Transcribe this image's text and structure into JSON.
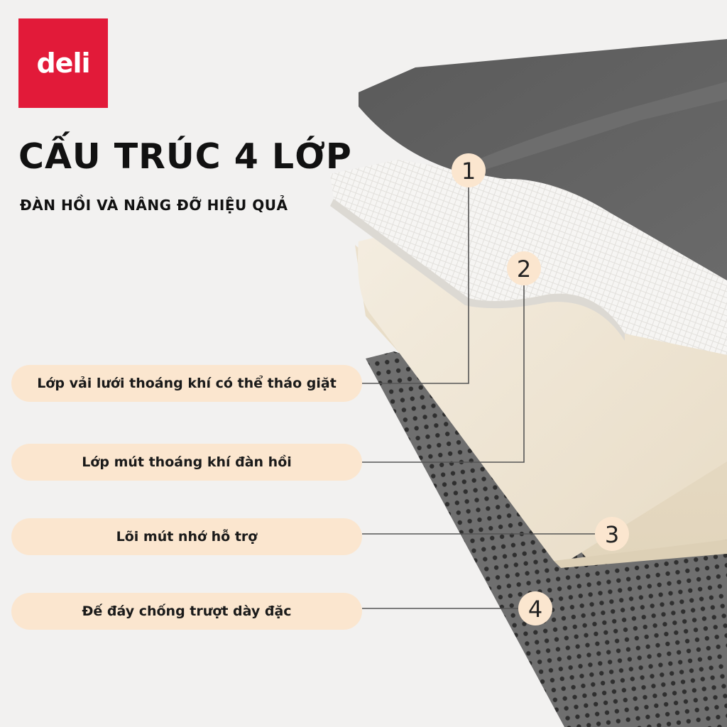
{
  "brand": {
    "logo_text": "deli",
    "color": "#e21a39"
  },
  "heading": {
    "title": "CẤU TRÚC 4 LỚP",
    "subtitle": "ĐÀN HỒI VÀ NÂNG ĐỠ HIỆU QUẢ"
  },
  "layers": [
    {
      "number": "1",
      "label": "Lớp vải lưới thoáng khí có thể tháo giặt"
    },
    {
      "number": "2",
      "label": "Lớp mút thoáng khí đàn hồi"
    },
    {
      "number": "3",
      "label": "Lõi mút nhớ hỗ trợ"
    },
    {
      "number": "4",
      "label": "Đế đáy chống trượt dày đặc"
    }
  ],
  "colors": {
    "background": "#f2f1f0",
    "pill": "#fbe6cf",
    "top_layer": "#5e5e5e",
    "mesh_layer": "#f6f5f3",
    "foam_core": "#efe6d6",
    "base_layer": "#6f6f6f",
    "badge": "#fbe6cf"
  }
}
